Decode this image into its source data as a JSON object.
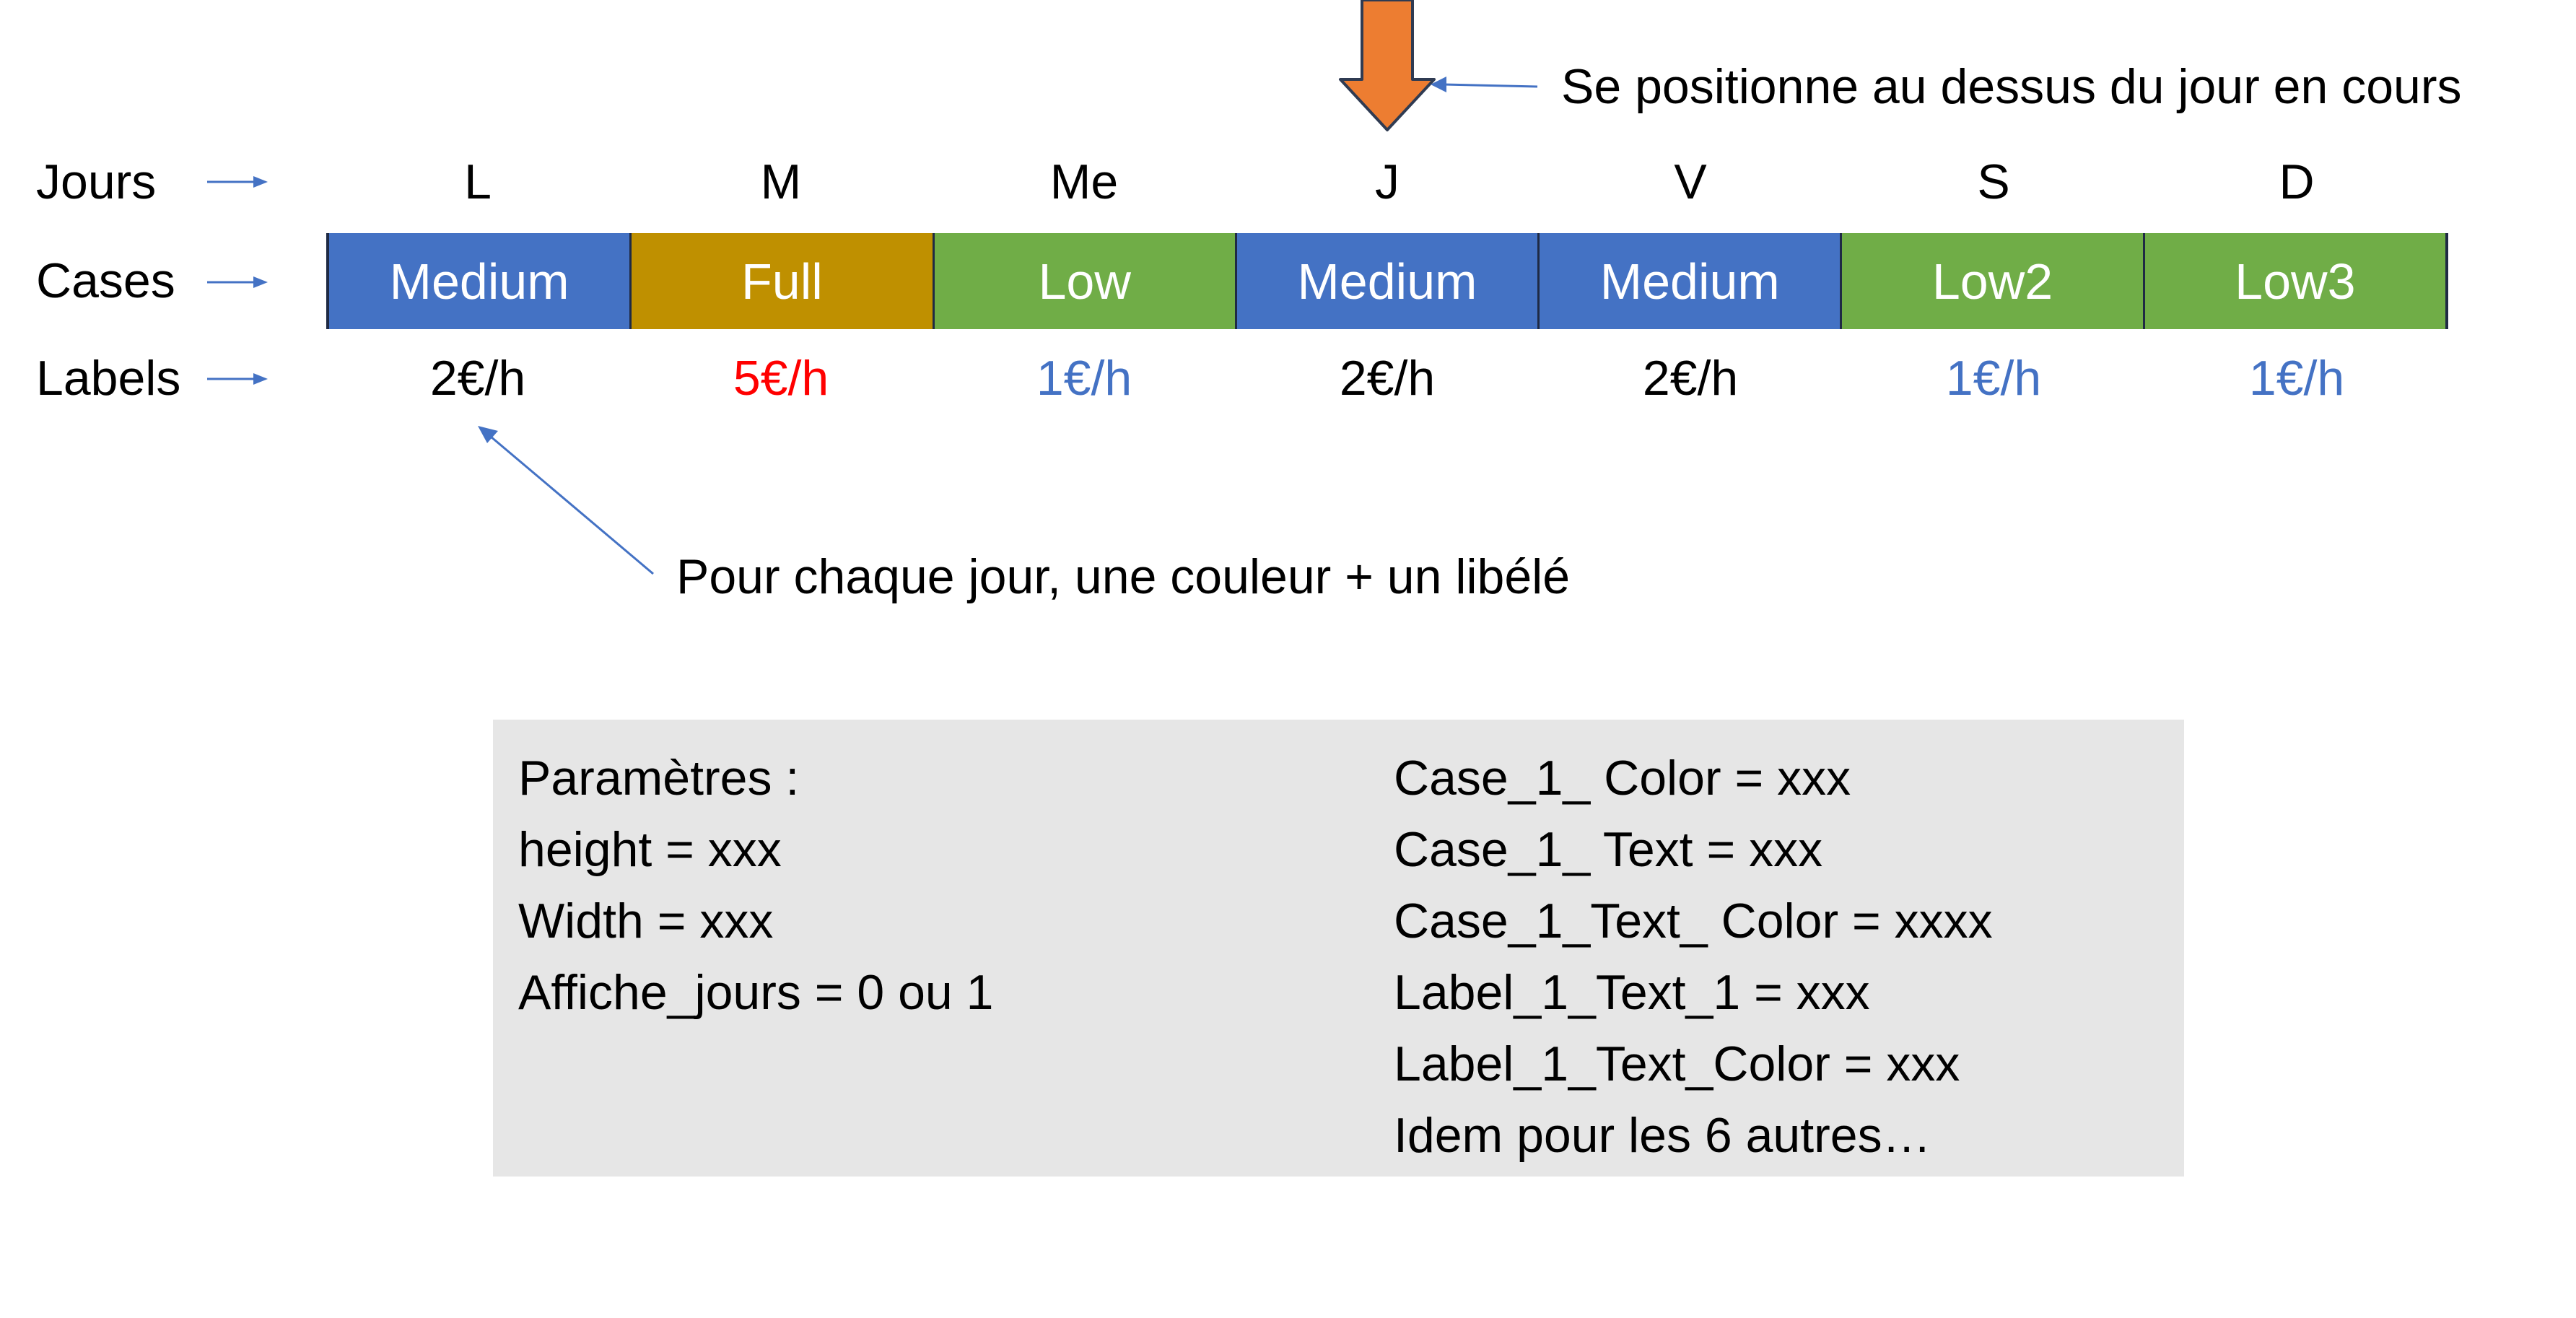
{
  "rows": {
    "jours": "Jours",
    "cases": "Cases",
    "labels": "Labels"
  },
  "days": [
    {
      "letter": "L",
      "case_text": "Medium",
      "case_color": "#4472c4",
      "price": "2€/h",
      "price_color": "#000000"
    },
    {
      "letter": "M",
      "case_text": "Full",
      "case_color": "#bf9000",
      "price": "5€/h",
      "price_color": "#ff0000"
    },
    {
      "letter": "Me",
      "case_text": "Low",
      "case_color": "#70ad47",
      "price": "1€/h",
      "price_color": "#4472c4"
    },
    {
      "letter": "J",
      "case_text": "Medium",
      "case_color": "#4472c4",
      "price": "2€/h",
      "price_color": "#000000"
    },
    {
      "letter": "V",
      "case_text": "Medium",
      "case_color": "#4472c4",
      "price": "2€/h",
      "price_color": "#000000"
    },
    {
      "letter": "S",
      "case_text": "Low2",
      "case_color": "#70ad47",
      "price": "1€/h",
      "price_color": "#4472c4"
    },
    {
      "letter": "D",
      "case_text": "Low3",
      "case_color": "#70ad47",
      "price": "1€/h",
      "price_color": "#4472c4"
    }
  ],
  "current_day_marker": {
    "note": "Se positionne au dessus du jour en cours",
    "color": "#ed7d31"
  },
  "caption": "Pour chaque jour, une couleur + un libélé",
  "params": {
    "left": [
      "Paramètres :",
      "height = xxx",
      "Width = xxx",
      "Affiche_jours = 0 ou 1"
    ],
    "right": [
      "Case_1_ Color = xxx",
      "Case_1_ Text = xxx",
      "Case_1_Text_ Color = xxxx",
      "Label_1_Text_1 = xxx",
      "Label_1_Text_Color = xxx",
      "Idem pour les 6 autres…"
    ]
  },
  "colors": {
    "arrow_line": "#4472c4",
    "box_background": "#e6e6e6"
  }
}
